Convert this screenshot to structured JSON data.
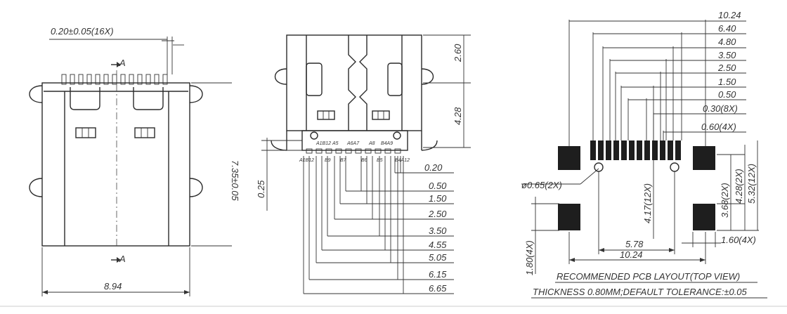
{
  "left_view": {
    "pin_pitch_label": "0.20±0.05(16X)",
    "section_label": "A",
    "width_label": "8.94",
    "side_label": "7.35±0.05"
  },
  "middle_view": {
    "top_height_label": "2.60",
    "body_height_label": "4.28",
    "pin_offset_label": "0.25",
    "pin_labels_top": [
      "A1B12",
      "A5",
      "A6A7",
      "A8",
      "B4A9"
    ],
    "pin_labels_bottom": [
      "A1B12",
      "B9",
      "B7",
      "B6",
      "B5",
      "B4A12"
    ],
    "pitch_labels": [
      "0.20",
      "0.50",
      "1.50",
      "2.50",
      "3.50",
      "4.55",
      "5.05",
      "6.15",
      "6.65"
    ]
  },
  "right_view": {
    "dim_labels": [
      "10.24",
      "6.40",
      "4.80",
      "3.50",
      "2.50",
      "1.50",
      "0.50",
      "0.30(8X)",
      "0.60(4X)"
    ],
    "hole_label": "ø0.65(2X)",
    "vert_labels": [
      "4.17(12X)",
      "3.68(2X)",
      "4.28(2X)",
      "5.32(12X)"
    ],
    "pad_width_label": "1.60(4X)",
    "pad_height_label": "1.80(4X)",
    "bottom_labels": [
      "5.78",
      "10.24"
    ],
    "caption": "RECOMMENDED PCB LAYOUT(TOP VIEW)",
    "thickness_note": "THICKNESS 0.80MM;DEFAULT TOLERANCE:±0.05"
  }
}
